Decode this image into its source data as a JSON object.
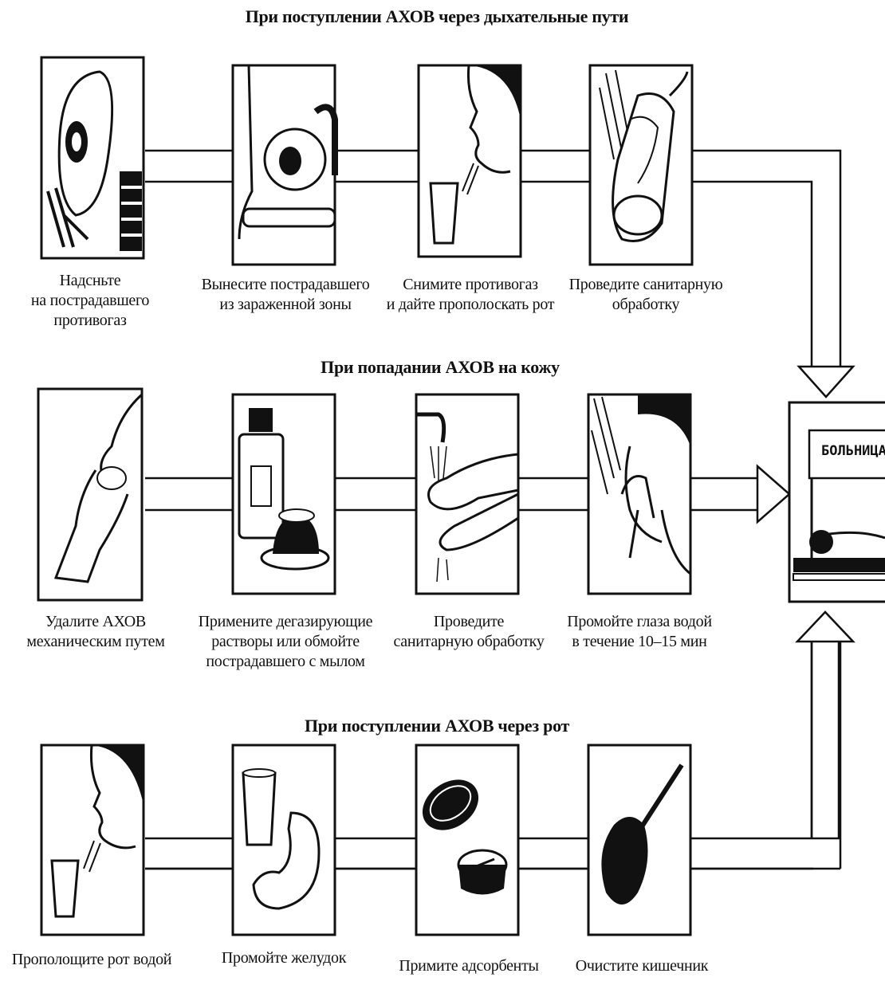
{
  "sections": [
    {
      "heading": "При поступлении АХОВ через дыхательные пути",
      "steps": [
        {
          "caption": "Надсньте\nна пострадавшего\nпротивогаз",
          "icon": "gas-mask-icon"
        },
        {
          "caption": "Вынесите пострадавшего\nиз зараженной зоны",
          "icon": "stretcher-icon"
        },
        {
          "caption": "Снимите противогаз\nи дайте прополоскать рот",
          "icon": "rinse-mouth-icon"
        },
        {
          "caption": "Проведите санитарную\nобработку",
          "icon": "shower-icon"
        }
      ]
    },
    {
      "heading": "При попадании АХОВ на кожу",
      "steps": [
        {
          "caption": "Удалите АХОВ\nмеханическим путем",
          "icon": "wipe-leg-icon"
        },
        {
          "caption": "Примените дегазирующие\nрастворы или обмойте\nпострадавшего с мылом",
          "icon": "bottle-soap-icon"
        },
        {
          "caption": "Проведите\nсанитарную обработку",
          "icon": "wash-hands-icon"
        },
        {
          "caption": "Промойте глаза водой\nв течение 10–15 мин",
          "icon": "wash-eyes-icon"
        }
      ]
    },
    {
      "heading": "При поступлении АХОВ через рот",
      "steps": [
        {
          "caption": "Прополощите рот водой",
          "icon": "rinse-mouth-icon"
        },
        {
          "caption": "Промойте желудок",
          "icon": "stomach-icon"
        },
        {
          "caption": "Примите адсорбенты",
          "icon": "tablets-icon"
        },
        {
          "caption": "Очистите кишечник",
          "icon": "enema-bulb-icon"
        }
      ]
    }
  ],
  "destination": {
    "label": "БОЛЬНИЦА",
    "icon": "hospital-bed-icon"
  }
}
